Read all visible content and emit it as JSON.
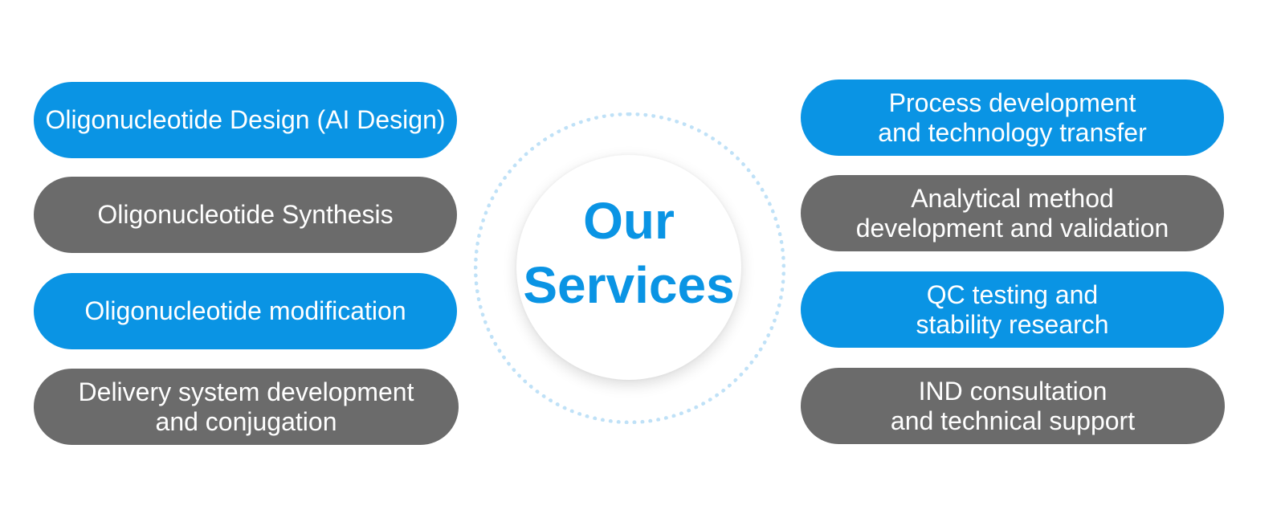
{
  "center": {
    "line1": "Our",
    "line2": "Services",
    "accent_color": "#0a94e4"
  },
  "colors": {
    "blue": "#0a94e4",
    "gray": "#6b6b6b",
    "ring": "#bfe1f7"
  },
  "left_items": [
    {
      "lines": [
        "Oligonucleotide Design (AI Design)"
      ],
      "style": "blue"
    },
    {
      "lines": [
        "Oligonucleotide Synthesis"
      ],
      "style": "gray"
    },
    {
      "lines": [
        "Oligonucleotide modification"
      ],
      "style": "blue"
    },
    {
      "lines": [
        "Delivery system development",
        "and conjugation"
      ],
      "style": "gray"
    }
  ],
  "right_items": [
    {
      "lines": [
        "Process development",
        "and technology transfer"
      ],
      "style": "blue"
    },
    {
      "lines": [
        "Analytical method",
        "development and validation"
      ],
      "style": "gray"
    },
    {
      "lines": [
        "QC testing and",
        "stability research"
      ],
      "style": "blue"
    },
    {
      "lines": [
        "IND consultation",
        "and technical support"
      ],
      "style": "gray"
    }
  ]
}
